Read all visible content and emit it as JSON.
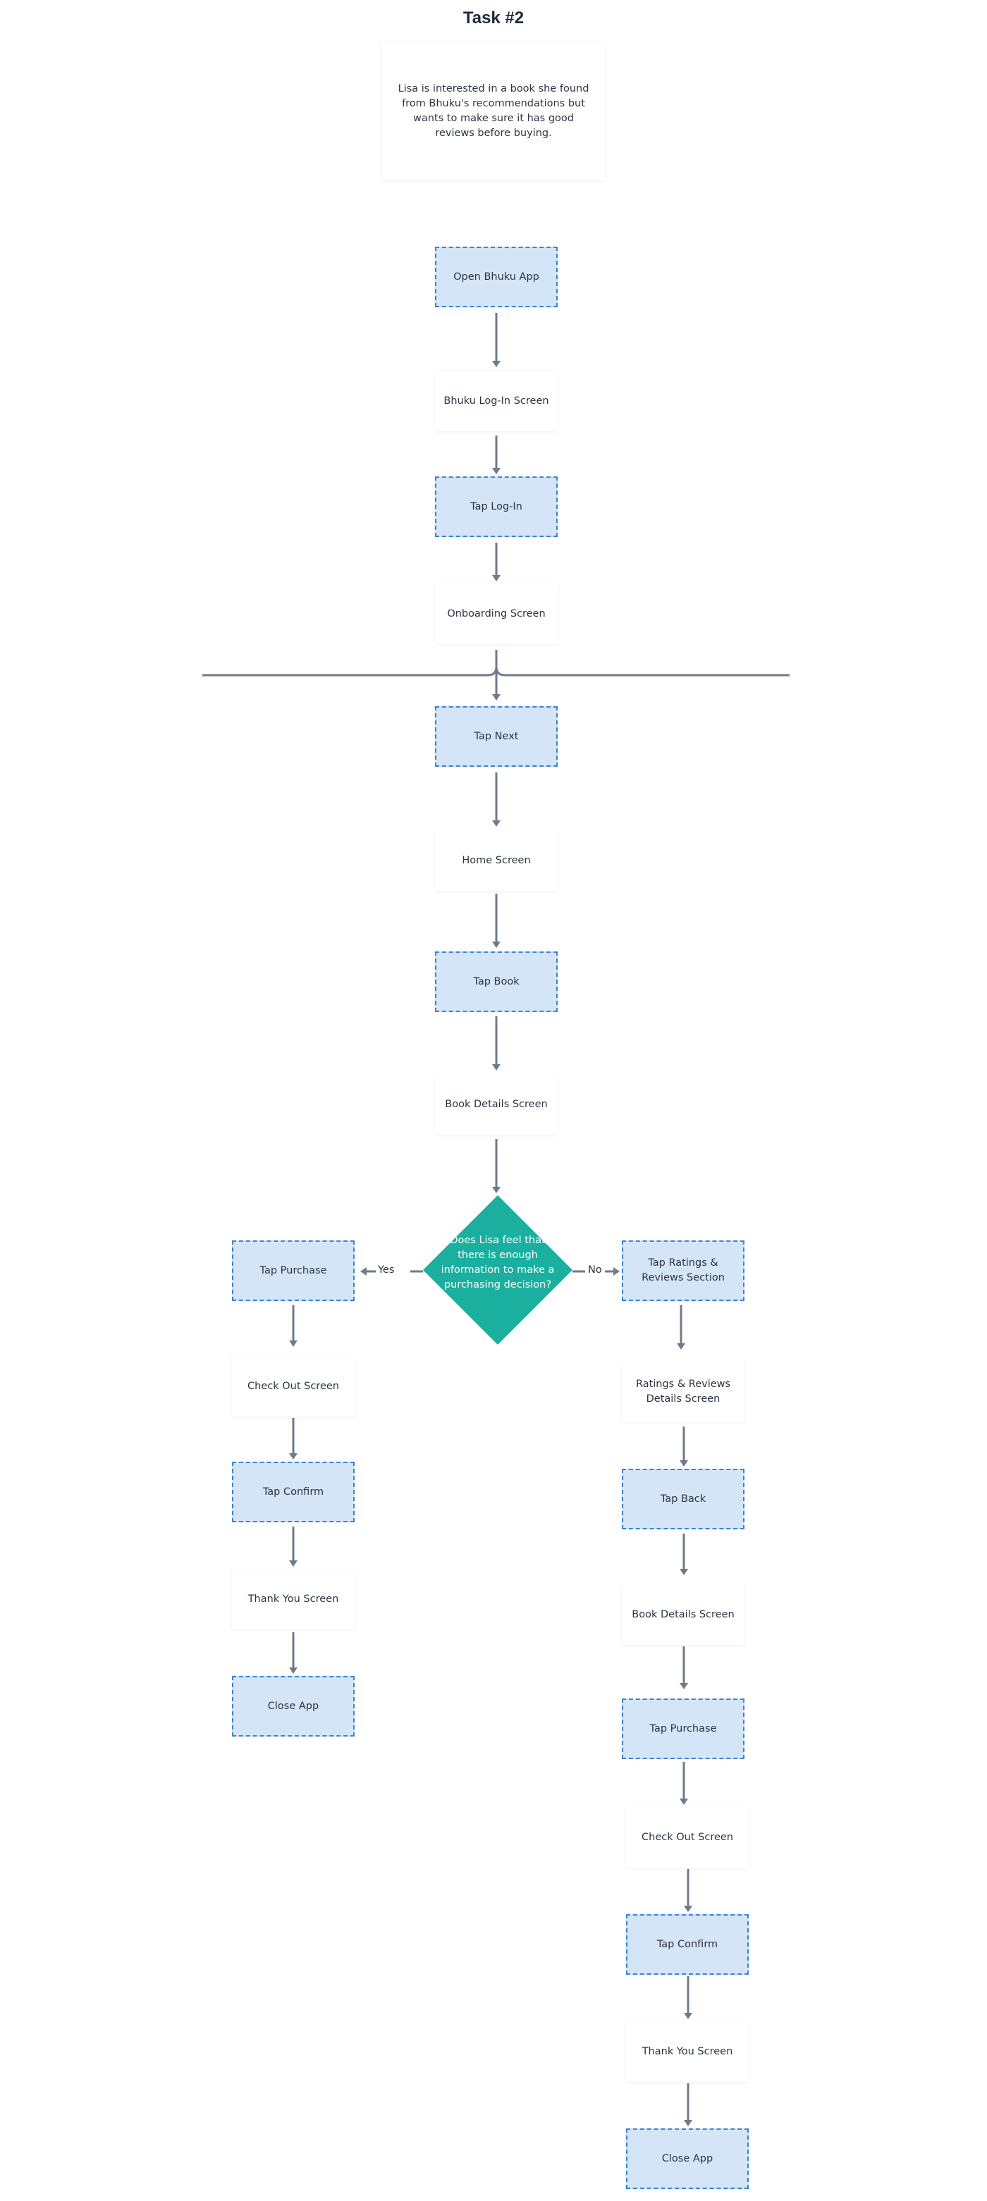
{
  "title": "Task #2",
  "description": "Lisa is interested in a book she found from Bhuku's recommendations but wants to make sure it has good reviews before buying.",
  "main_flow": {
    "open_app": "Open Bhuku App",
    "login_screen": "Bhuku Log-In Screen",
    "tap_login": "Tap Log-In",
    "onboarding_screen": "Onboarding Screen",
    "tap_next": "Tap Next",
    "home_screen": "Home Screen",
    "tap_book": "Tap Book",
    "book_details_screen": "Book Details Screen"
  },
  "decision": {
    "question": "Does Lisa feel that there is enough information to make a purchasing decision?",
    "yes_label": "Yes",
    "no_label": "No"
  },
  "yes_branch": {
    "tap_purchase": "Tap Purchase",
    "checkout_screen": "Check Out Screen",
    "tap_confirm": "Tap Confirm",
    "thank_you_screen": "Thank You Screen",
    "close_app": "Close App"
  },
  "no_branch": {
    "tap_ratings": "Tap Ratings & Reviews Section",
    "ratings_details_screen": "Ratings & Reviews Details Screen",
    "tap_back": "Tap Back",
    "book_details_screen": "Book Details Screen",
    "tap_purchase": "Tap Purchase",
    "checkout_screen": "Check Out Screen",
    "tap_confirm": "Tap Confirm",
    "thank_you_screen": "Thank You Screen",
    "close_app": "Close App"
  },
  "colors": {
    "action_fill": "#d4e5f7",
    "action_border": "#3b82d6",
    "decision_fill": "#1aaf9e",
    "connector": "#6e7b8b"
  }
}
